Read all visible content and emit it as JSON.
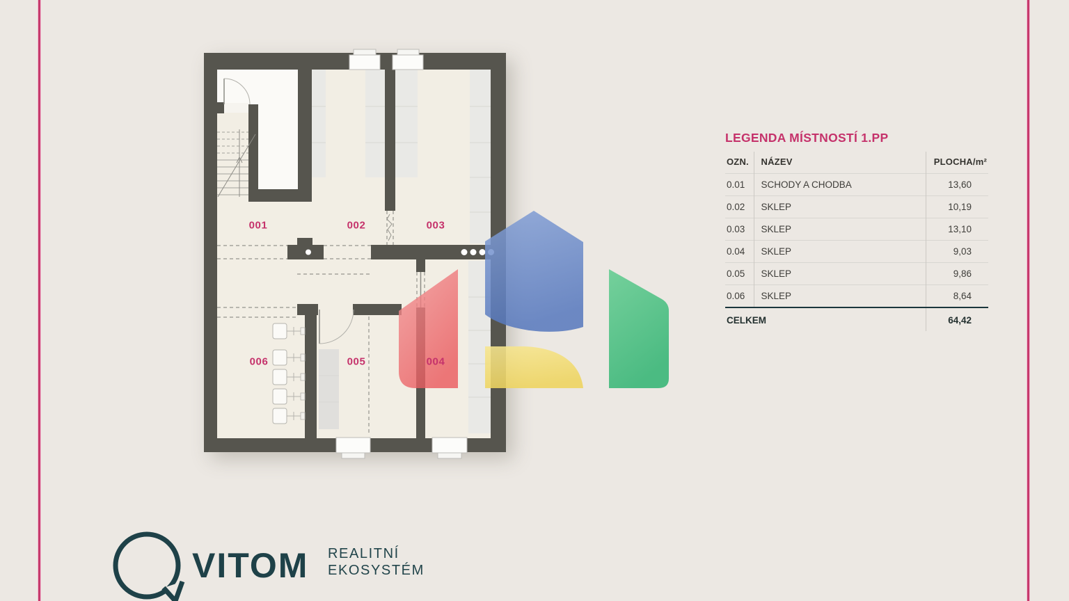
{
  "page": {
    "background_color": "#ece8e3",
    "accent_pink": "#c5326b",
    "frame_line_color": "#c63a6c"
  },
  "floor_plan": {
    "wall_color": "#56554e",
    "floor_color": "#f2eee4",
    "room_labels": [
      {
        "id": "001"
      },
      {
        "id": "002"
      },
      {
        "id": "003"
      },
      {
        "id": "006"
      },
      {
        "id": "005"
      },
      {
        "id": "004"
      }
    ]
  },
  "legend": {
    "title": "LEGENDA MÍSTNOSTÍ 1.PP",
    "columns": [
      "OZN.",
      "NÁZEV",
      "PLOCHA/m²"
    ],
    "rows": [
      {
        "ozn": "0.01",
        "nazev": "SCHODY A CHODBA",
        "plocha": "13,60"
      },
      {
        "ozn": "0.02",
        "nazev": "SKLEP",
        "plocha": "10,19"
      },
      {
        "ozn": "0.03",
        "nazev": "SKLEP",
        "plocha": "13,10"
      },
      {
        "ozn": "0.04",
        "nazev": "SKLEP",
        "plocha": "9,03"
      },
      {
        "ozn": "0.05",
        "nazev": "SKLEP",
        "plocha": "9,86"
      },
      {
        "ozn": "0.06",
        "nazev": "SKLEP",
        "plocha": "8,64"
      }
    ],
    "total_label": "CELKEM",
    "total_value": "64,42"
  },
  "watermark": {
    "blue": "#5d82c4",
    "red": "#ec6467",
    "yellow": "#f2d96d",
    "green": "#3fbc7c"
  },
  "logo": {
    "brand": "VITOM",
    "tagline_line1": "REALITNÍ",
    "tagline_line2": "EKOSYSTÉM",
    "color": "#1e4148"
  }
}
